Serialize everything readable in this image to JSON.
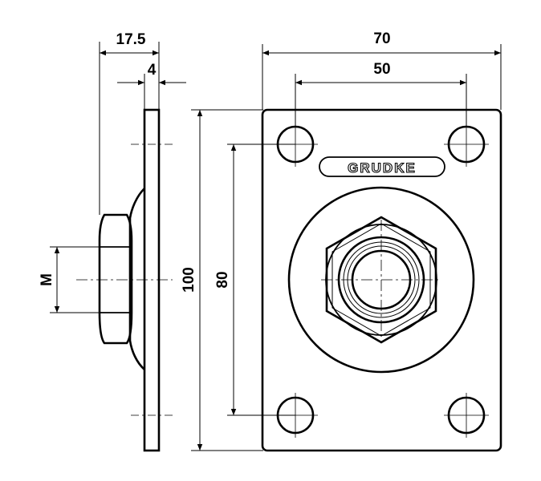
{
  "brand": {
    "logo_text": "GRUDKE"
  },
  "dimensions": {
    "side_depth": "17.5",
    "plate_thickness": "4",
    "width_total": "70",
    "hole_spacing_horizontal": "50",
    "height_total": "100",
    "hole_spacing_vertical": "80",
    "thread": "M"
  }
}
